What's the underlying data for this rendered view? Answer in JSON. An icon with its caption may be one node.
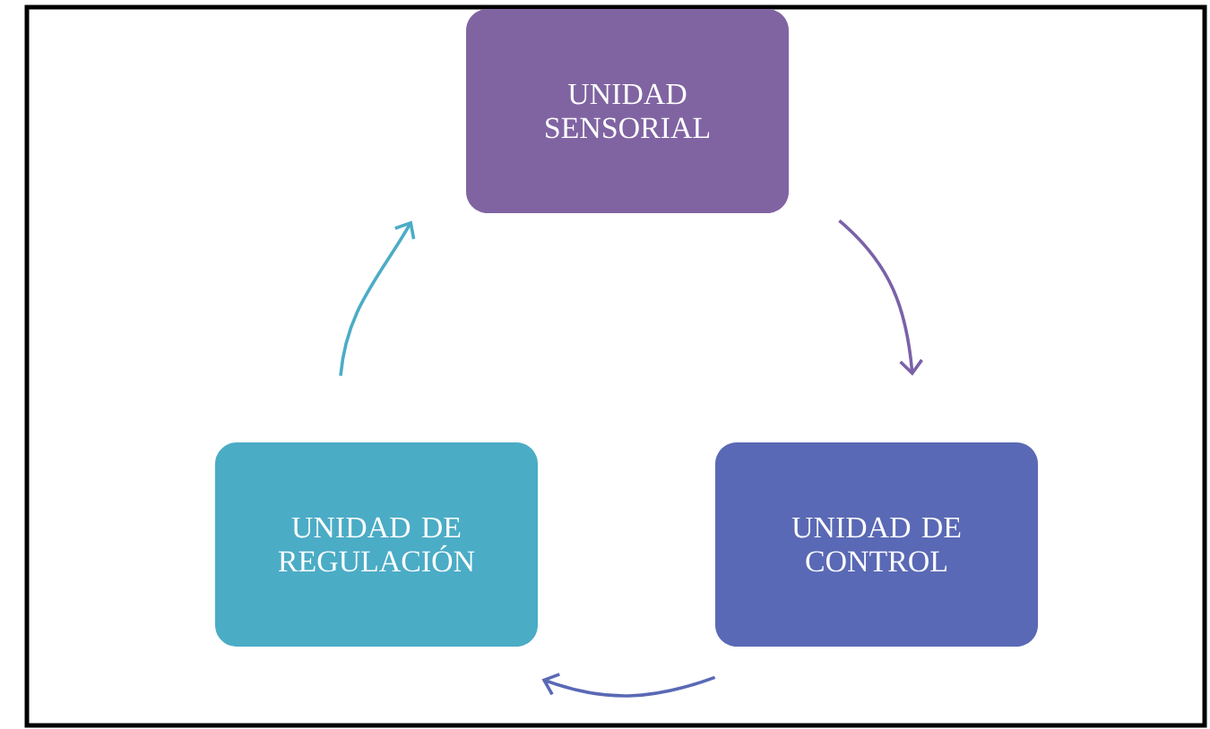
{
  "diagram": {
    "nodes": [
      {
        "text": [
          "UNIDAD SENSORIAL"
        ]
      },
      {
        "text": [
          "UNIDAD DE CONTROL"
        ]
      },
      {
        "text": [
          "UNIDAD DE REGULACIÓN"
        ]
      }
    ],
    "edges": [
      {
        "from": 0,
        "to": 1,
        "arrow": "to",
        "color": "#7a62a8"
      },
      {
        "from": 1,
        "to": 2,
        "arrow": "to",
        "color": "#5a69b5"
      },
      {
        "from": 2,
        "to": 0,
        "arrow": "to",
        "color": "#4bacc6"
      }
    ]
  }
}
